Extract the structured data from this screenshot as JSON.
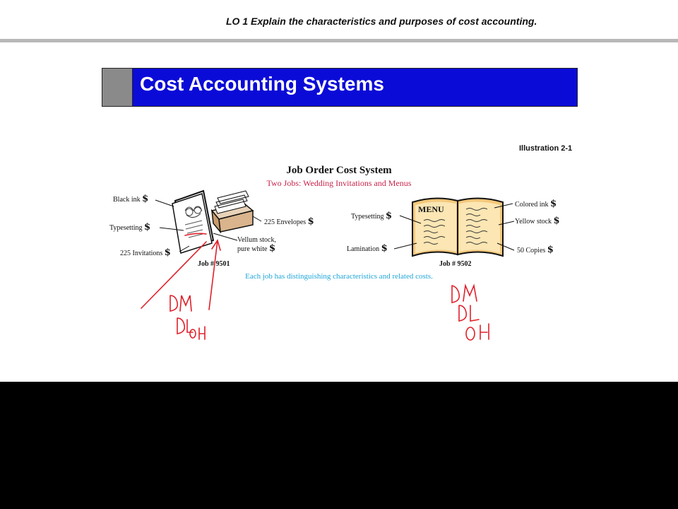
{
  "header": {
    "learning_objective": "LO 1  Explain the characteristics and purposes of cost accounting."
  },
  "slide": {
    "title": "Cost Accounting Systems"
  },
  "illustration": {
    "label": "Illustration 2-1",
    "title": "Job Order Cost System",
    "subtitle": "Two Jobs: Wedding Invitations and Menus",
    "caption": "Each job has distinguishing characteristics and related costs.",
    "job1": {
      "number": "Job # 9501",
      "labels": [
        "Black ink",
        "Typesetting",
        "225 Invitations",
        "225 Envelopes",
        "Vellum stock,",
        "pure white"
      ]
    },
    "job2": {
      "number": "Job # 9502",
      "menu_word": "MENU",
      "labels": [
        "Typesetting",
        "Lamination",
        "Colored ink",
        "Yellow stock",
        "50 Copies"
      ]
    },
    "dollar_sign": "$"
  },
  "annotations": {
    "left": [
      "DM",
      "DL",
      "OH"
    ],
    "right": [
      "DM",
      "DL",
      "OH"
    ]
  },
  "colors": {
    "title_bar": "#0b0bd8",
    "accent_grey": "#8a8a8a",
    "subtitle": "#c8244a",
    "caption": "#1ea6d8",
    "ink": "#e0202a"
  }
}
